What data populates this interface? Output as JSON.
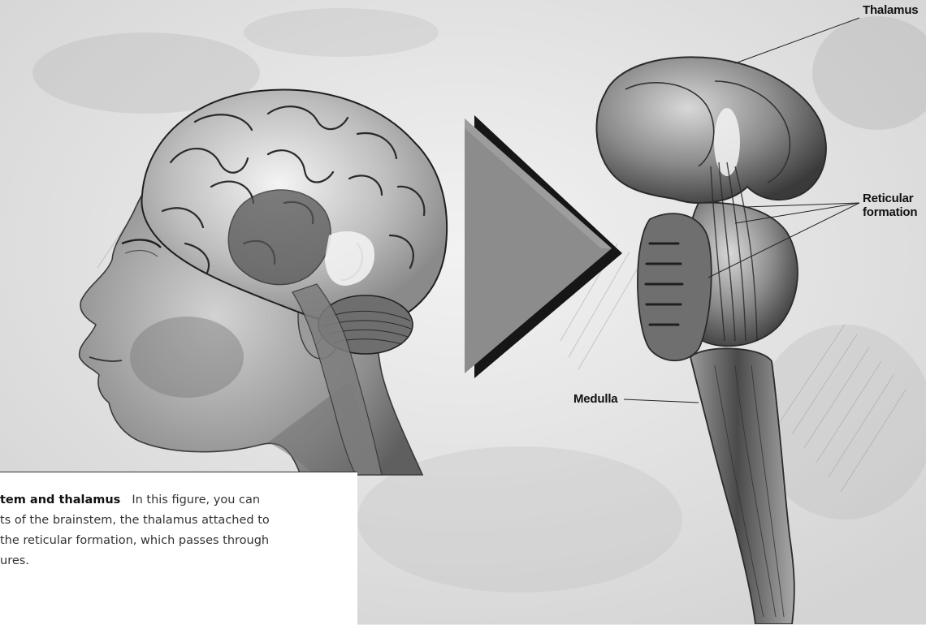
{
  "figure": {
    "labels": {
      "thalamus": "Thalamus",
      "reticular": "Reticular formation",
      "medulla": "Medulla"
    },
    "caption": {
      "title": "tem and thalamus",
      "lines": [
        "In this figure, you can",
        "ts of the brainstem, the thalamus attached to",
        "the reticular formation, which passes through",
        "ures."
      ]
    },
    "colors": {
      "arrow_face": "#8c8c8c",
      "arrow_shadow": "#161616",
      "background": "#e9e9e9",
      "caption_background": "#ffffff"
    }
  }
}
